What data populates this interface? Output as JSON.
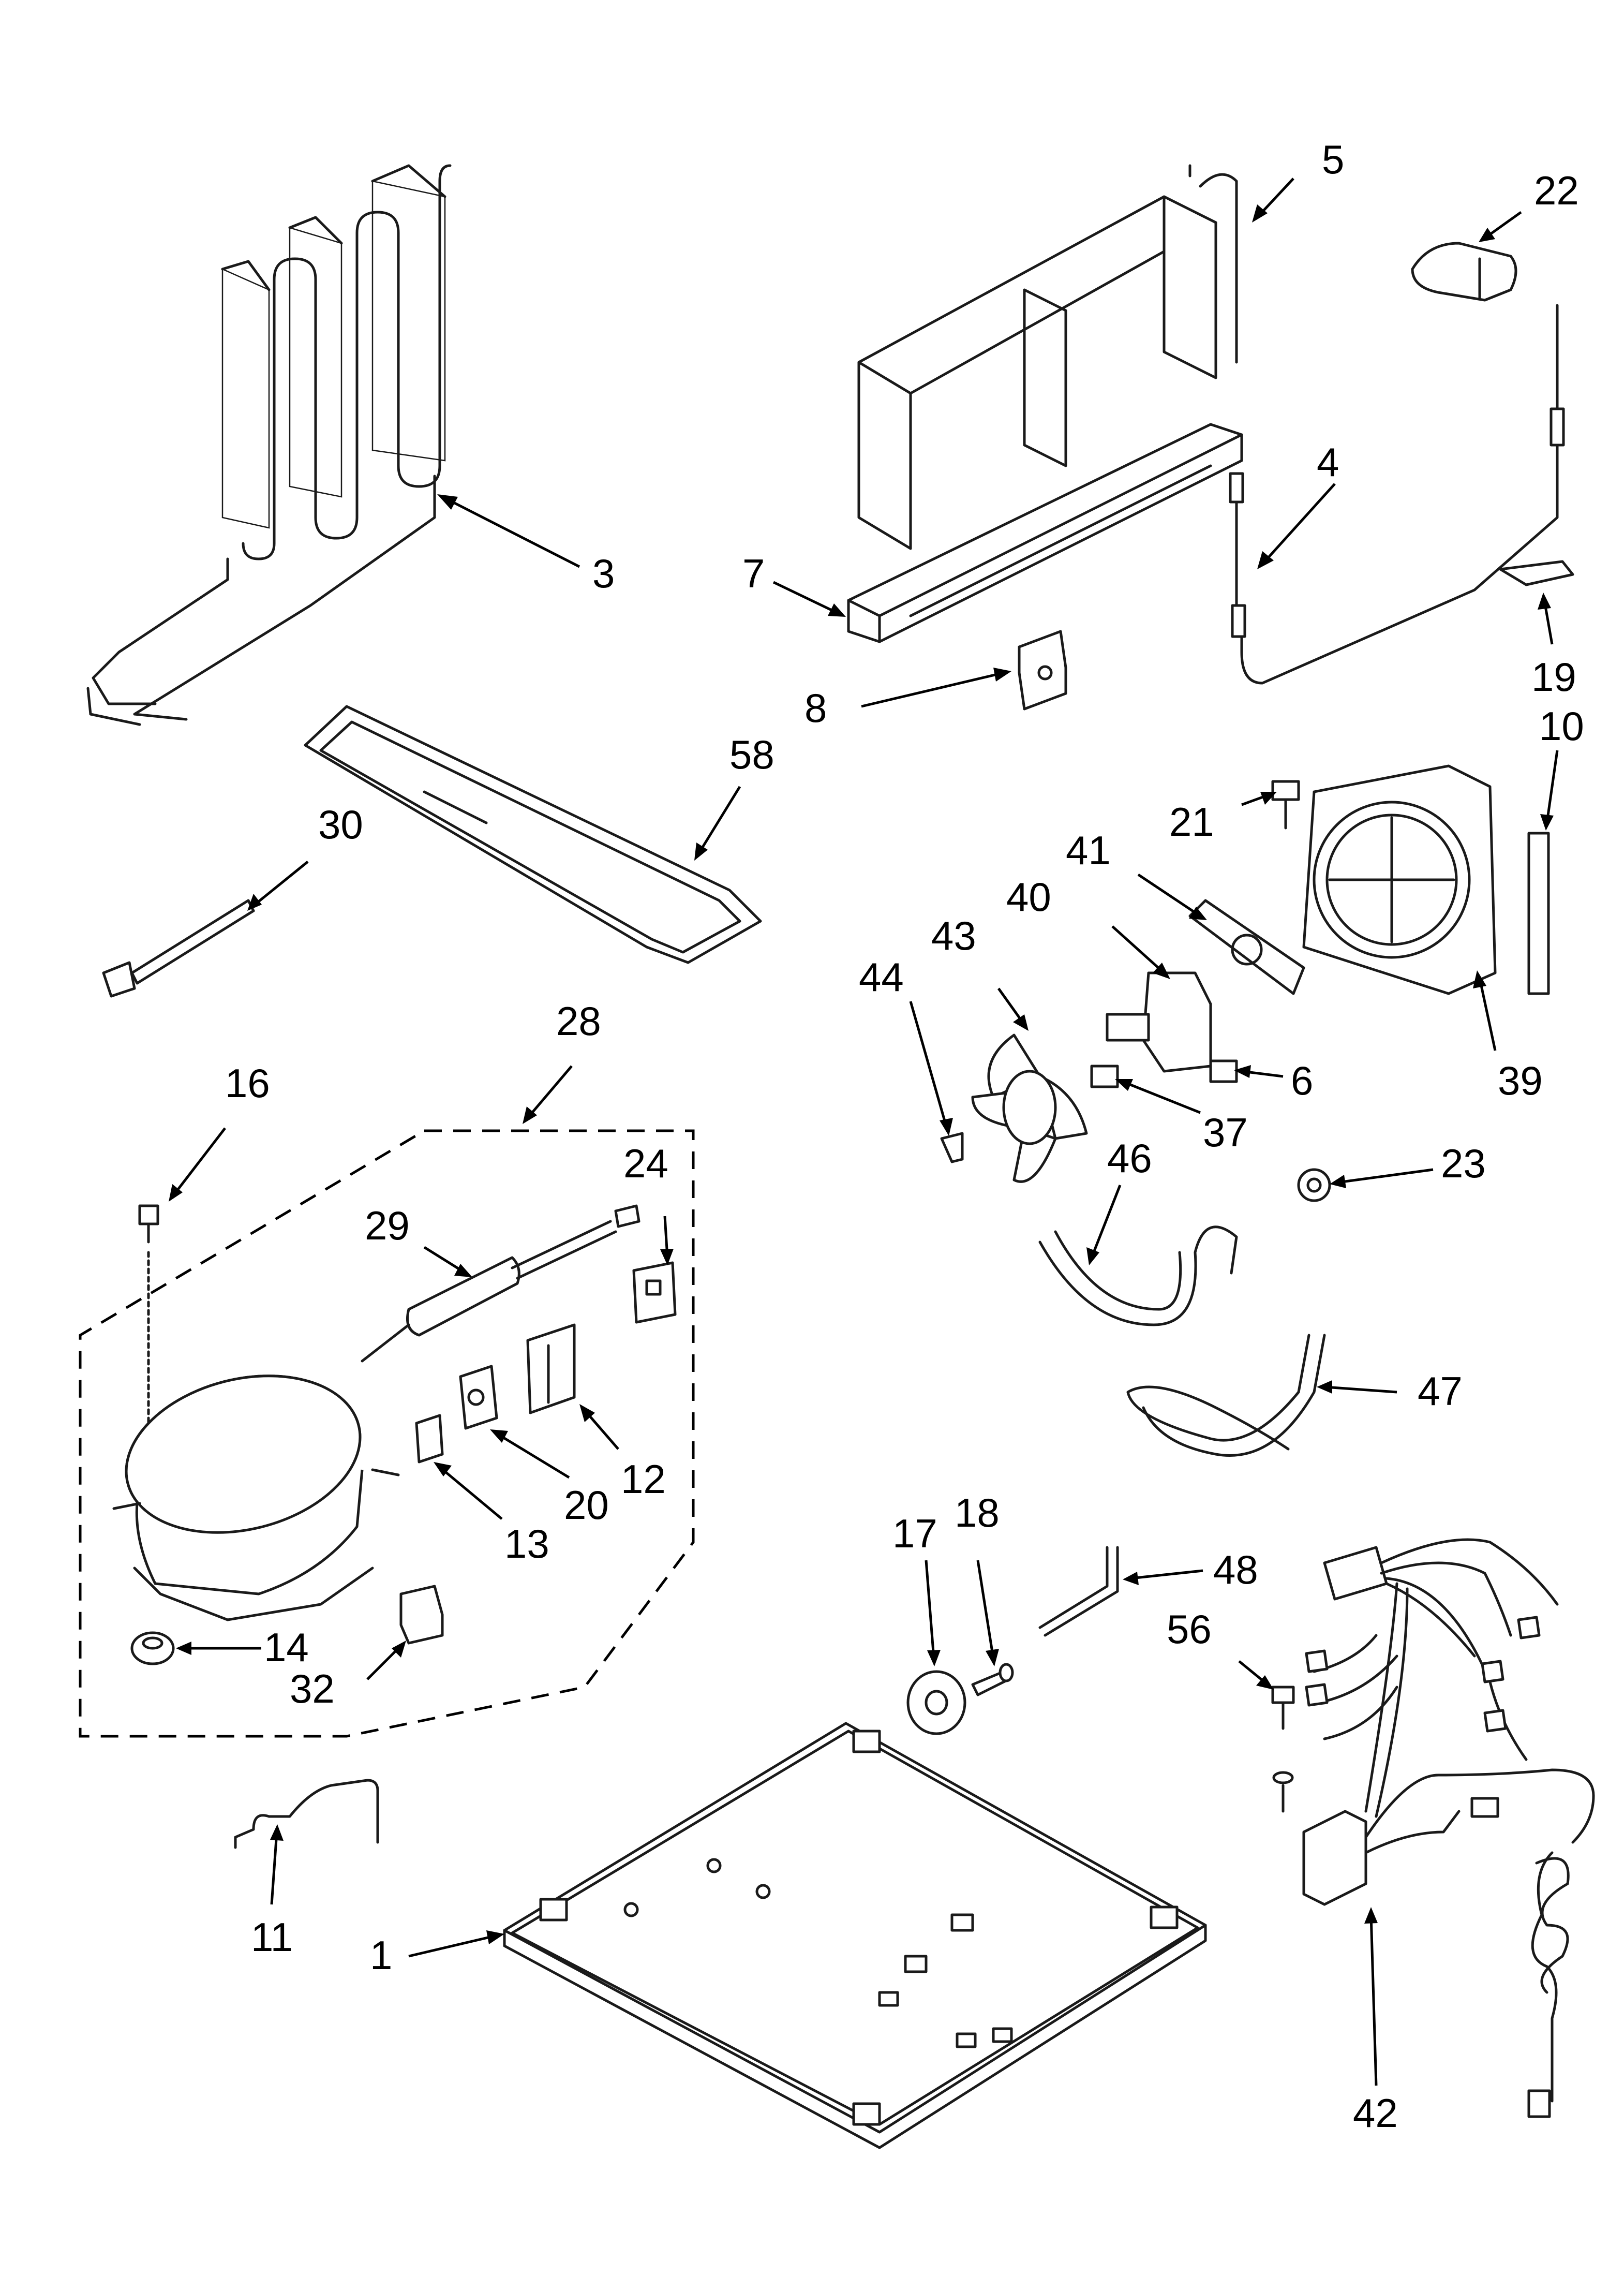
{
  "callouts": {
    "c1": "1",
    "c3": "3",
    "c4": "4",
    "c5": "5",
    "c6": "6",
    "c7": "7",
    "c8": "8",
    "c10": "10",
    "c11": "11",
    "c12": "12",
    "c13": "13",
    "c14": "14",
    "c16": "16",
    "c17": "17",
    "c18": "18",
    "c19": "19",
    "c20": "20",
    "c21": "21",
    "c22": "22",
    "c23": "23",
    "c24": "24",
    "c28": "28",
    "c29": "29",
    "c30": "30",
    "c32": "32",
    "c37": "37",
    "c39": "39",
    "c40": "40",
    "c41": "41",
    "c42": "42",
    "c43": "43",
    "c44": "44",
    "c46": "46",
    "c47": "47",
    "c48": "48",
    "c56": "56",
    "c58": "58"
  }
}
